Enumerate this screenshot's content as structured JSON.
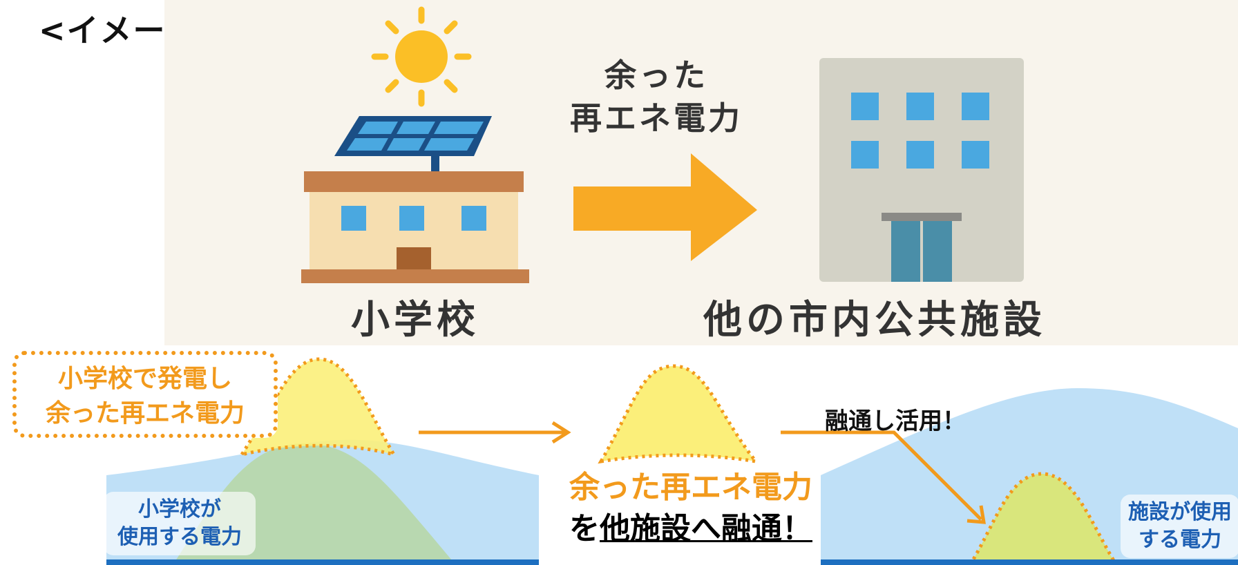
{
  "title": "<イメージ>",
  "top_scene": {
    "arrow_caption_line1": "余った",
    "arrow_caption_line2": "再エネ電力",
    "school_label": "小学校",
    "facility_label": "他の市内公共施設"
  },
  "bottom_scene": {
    "generated_box_line1": "小学校で発電し",
    "generated_box_line2": "余った再エネ電力",
    "school_usage_line1": "小学校が",
    "school_usage_line2": "使用する電力",
    "center_line1": "余った再エネ電力",
    "center_line2_prefix": "を",
    "center_line2_underlined": "他施設へ融通！",
    "kyoyu_label": "融通し活用！",
    "facility_usage_line1": "施設が使用",
    "facility_usage_line2": "する電力"
  },
  "colors": {
    "orange": "#f29a1c",
    "sun": "#fbbf26",
    "panel_blue": "#1b4f86",
    "cell_blue": "#4aa8e0",
    "usage_blue": "#bfe0f7",
    "school_green": "#b8d8b0",
    "surplus_yellow": "#fbef7a",
    "building_gray": "#d3d2c6"
  }
}
